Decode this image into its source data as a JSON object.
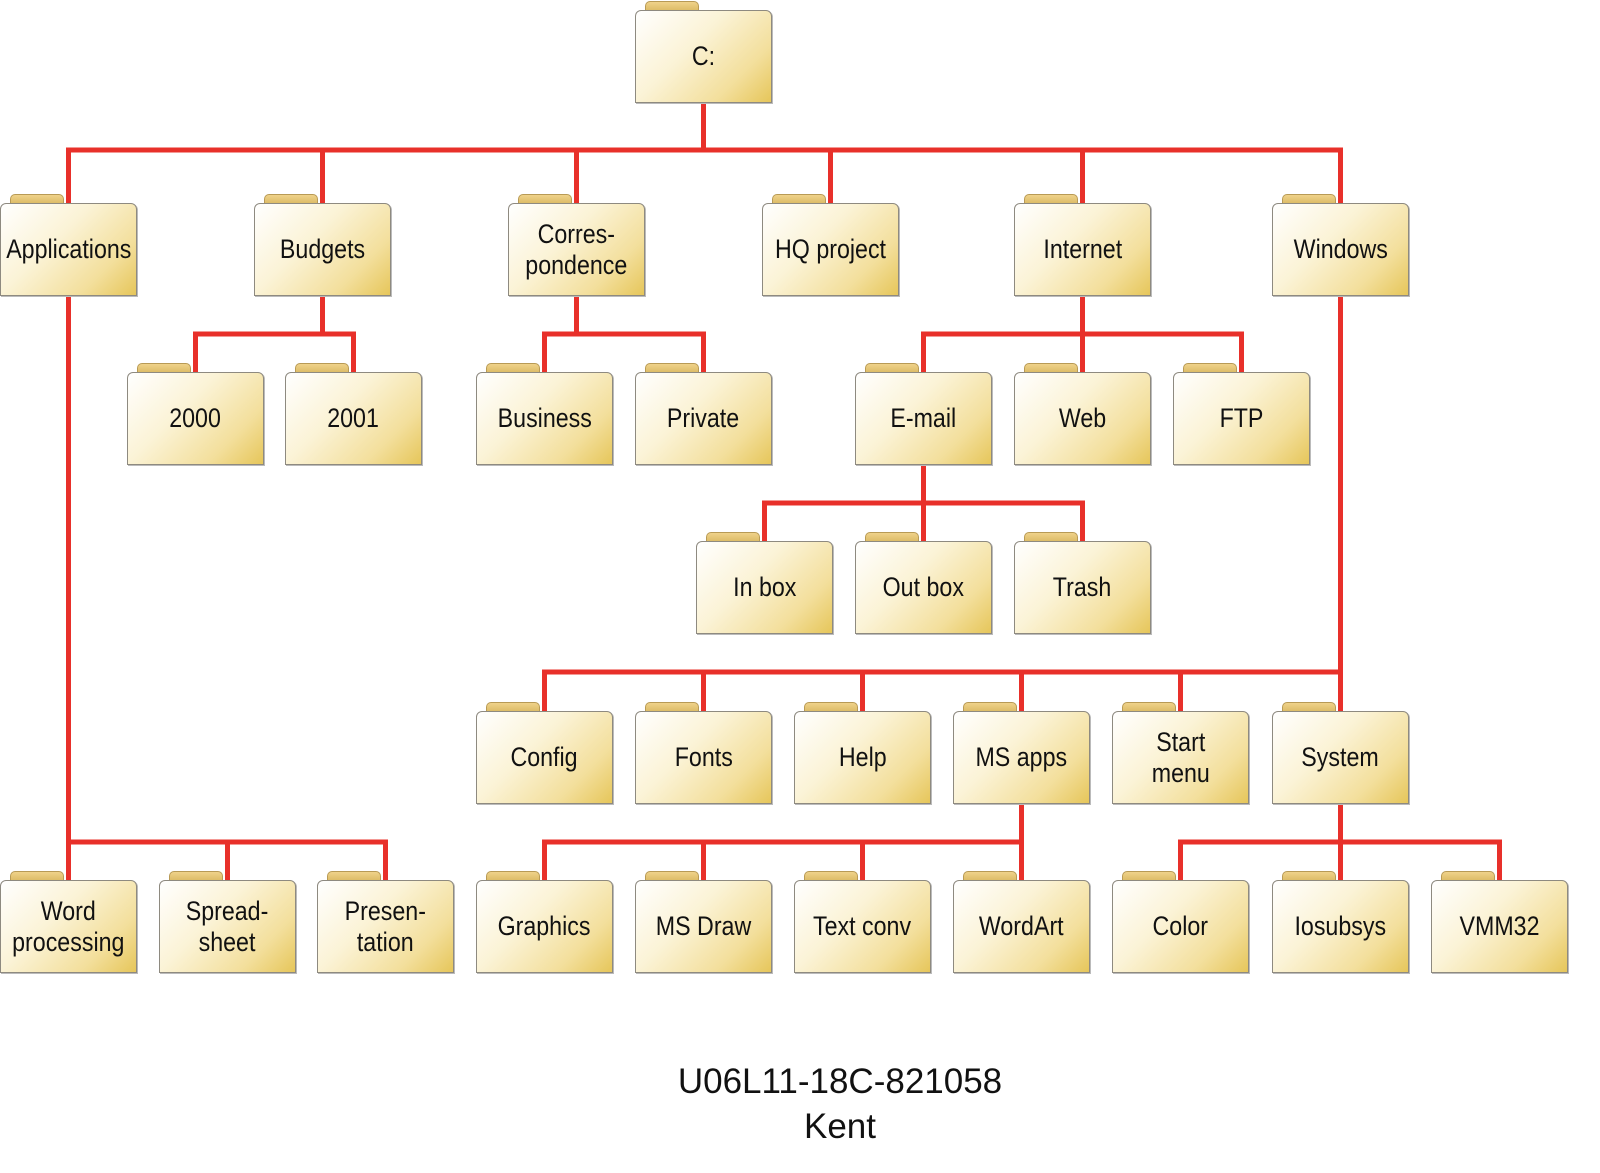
{
  "diagram": {
    "title": "Folder hierarchy of drive C:",
    "line_color": "#e8302a",
    "folder_gradient": [
      "#ffffff",
      "#e6c65a"
    ],
    "nodes": [
      {
        "label": "C:",
        "parent": null
      },
      {
        "label": "Applications",
        "parent": 0
      },
      {
        "label": "Budgets",
        "parent": 0
      },
      {
        "label": "Corres-\npondence",
        "parent": 0
      },
      {
        "label": "HQ project",
        "parent": 0
      },
      {
        "label": "Internet",
        "parent": 0
      },
      {
        "label": "Windows",
        "parent": 0
      },
      {
        "label": "2000",
        "parent": 2
      },
      {
        "label": "2001",
        "parent": 2
      },
      {
        "label": "Business",
        "parent": 3
      },
      {
        "label": "Private",
        "parent": 3
      },
      {
        "label": "E-mail",
        "parent": 5
      },
      {
        "label": "Web",
        "parent": 5
      },
      {
        "label": "FTP",
        "parent": 5
      },
      {
        "label": "In box",
        "parent": 11
      },
      {
        "label": "Out box",
        "parent": 11
      },
      {
        "label": "Trash",
        "parent": 11
      },
      {
        "label": "Config",
        "parent": 6
      },
      {
        "label": "Fonts",
        "parent": 6
      },
      {
        "label": "Help",
        "parent": 6
      },
      {
        "label": "MS apps",
        "parent": 6
      },
      {
        "label": "Start\nmenu",
        "parent": 6
      },
      {
        "label": "System",
        "parent": 6
      },
      {
        "label": "Word\nprocessing",
        "parent": 1
      },
      {
        "label": "Spread-\nsheet",
        "parent": 1
      },
      {
        "label": "Presen-\ntation",
        "parent": 1
      },
      {
        "label": "Graphics",
        "parent": 20
      },
      {
        "label": "MS Draw",
        "parent": 20
      },
      {
        "label": "Text conv",
        "parent": 20
      },
      {
        "label": "WordArt",
        "parent": 20
      },
      {
        "label": "Color",
        "parent": 22
      },
      {
        "label": "Iosubsys",
        "parent": 22
      },
      {
        "label": "VMM32",
        "parent": 22
      }
    ]
  },
  "caption": {
    "line1": "U06L11-18C-821058",
    "line2": "Kent"
  }
}
